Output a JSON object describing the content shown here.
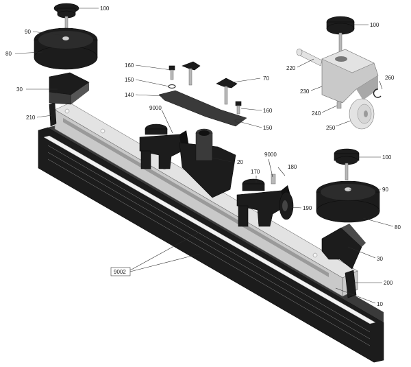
{
  "diagram": {
    "callouts": [
      {
        "id": "c100a",
        "text": "100"
      },
      {
        "id": "c90a",
        "text": "90"
      },
      {
        "id": "c80a",
        "text": "80"
      },
      {
        "id": "c30a",
        "text": "30"
      },
      {
        "id": "c210",
        "text": "210"
      },
      {
        "id": "c160a",
        "text": "160"
      },
      {
        "id": "c150a",
        "text": "150"
      },
      {
        "id": "c140",
        "text": "140"
      },
      {
        "id": "c70",
        "text": "70"
      },
      {
        "id": "c160b",
        "text": "160"
      },
      {
        "id": "c150b",
        "text": "150"
      },
      {
        "id": "c9000a",
        "text": "9000"
      },
      {
        "id": "c20",
        "text": "20"
      },
      {
        "id": "c9000b",
        "text": "9000"
      },
      {
        "id": "c170",
        "text": "170"
      },
      {
        "id": "c180",
        "text": "180"
      },
      {
        "id": "c190",
        "text": "190"
      },
      {
        "id": "c100b",
        "text": "100"
      },
      {
        "id": "c220",
        "text": "220"
      },
      {
        "id": "c230",
        "text": "230"
      },
      {
        "id": "c260",
        "text": "260"
      },
      {
        "id": "c240",
        "text": "240"
      },
      {
        "id": "c250",
        "text": "250"
      },
      {
        "id": "c100c",
        "text": "100"
      },
      {
        "id": "c90b",
        "text": "90"
      },
      {
        "id": "c80b",
        "text": "80"
      },
      {
        "id": "c30b",
        "text": "30"
      },
      {
        "id": "c9002",
        "text": "9002"
      },
      {
        "id": "c200",
        "text": "200"
      },
      {
        "id": "c10",
        "text": "10"
      }
    ]
  }
}
